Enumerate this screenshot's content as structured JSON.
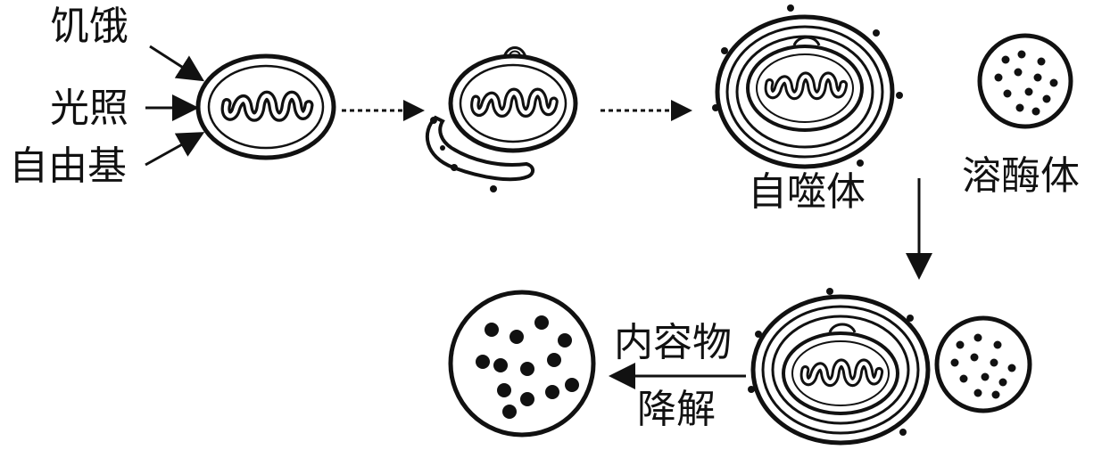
{
  "stimuli": {
    "hunger": "饥饿",
    "light": "光照",
    "free_radical": "自由基"
  },
  "labels": {
    "autophagosome": "自噬体",
    "lysosome": "溶酶体",
    "degradation_line1": "内容物",
    "degradation_line2": "降解"
  },
  "colors": {
    "ink": "#111111",
    "background": "#ffffff"
  }
}
